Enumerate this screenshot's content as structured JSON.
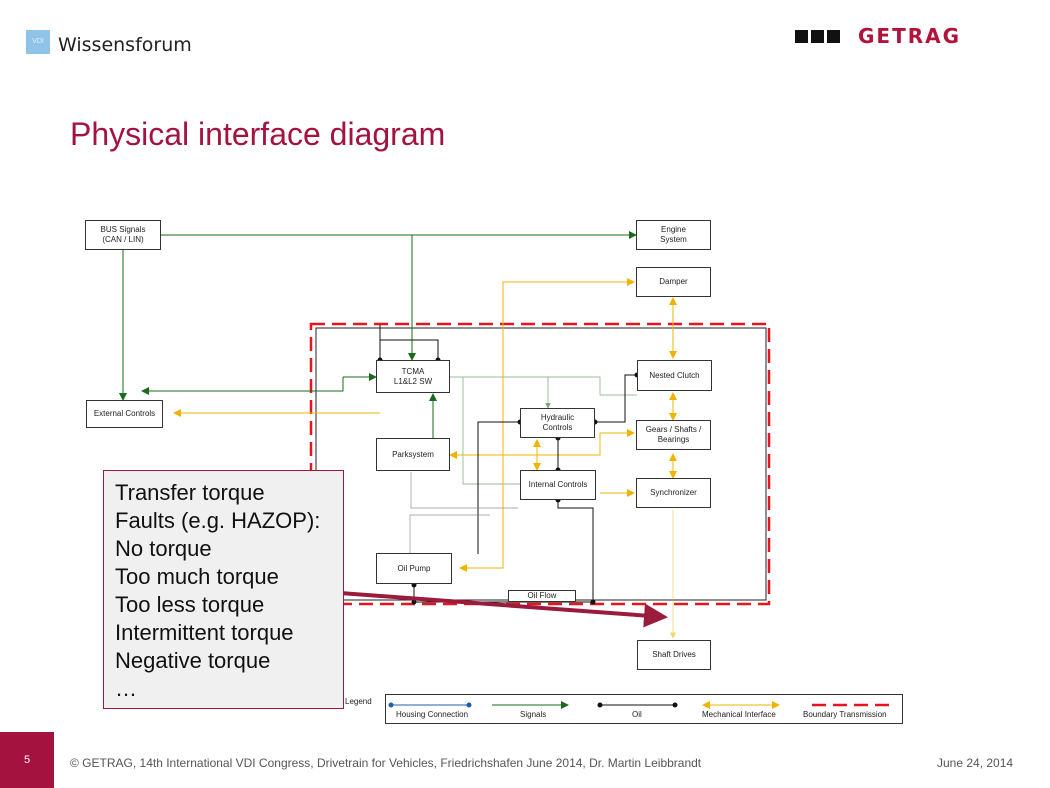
{
  "header": {
    "brand_left": "Wissensforum",
    "brand_left_badge": "VDI",
    "brand_right": "GETRAG"
  },
  "title": "Physical interface diagram",
  "diagram": {
    "boxes": {
      "bus_signals": "BUS Signals\n(CAN / LIN)",
      "engine_system": "Engine\nSystem",
      "damper": "Damper",
      "external_controls": "External Controls",
      "tcma": "TCMA\nL1&L2 SW",
      "nested_clutch": "Nested Clutch",
      "hydraulic_controls": "Hydraulic\nControls",
      "gears_shafts_bearings": "Gears / Shafts /\nBearings",
      "parksystem": "Parksystem",
      "internal_controls": "Internal Controls",
      "synchronizer": "Synchronizer",
      "oil_pump": "Oil Pump",
      "oil_flow": "Oil Flow",
      "shaft_drives": "Shaft Drives"
    },
    "colors": {
      "signals": "#1a6b1a",
      "oil": "#111111",
      "mechanical": "#f0b400",
      "housing": "#1f5fa8",
      "boundary": "#e8141e",
      "callout_arrow": "#9b1b3c"
    }
  },
  "callout": {
    "lines": [
      "Transfer torque",
      "Faults (e.g. HAZOP):",
      "No torque",
      "Too much torque",
      "Too less torque",
      "Intermittent torque",
      "Negative torque",
      "…"
    ]
  },
  "legend": {
    "title": "Legend",
    "items": {
      "housing": "Housing Connection",
      "signals": "Signals",
      "oil": "Oil",
      "mechanical": "Mechanical Interface",
      "boundary": "Boundary Transmission"
    }
  },
  "footer": {
    "page_number": "5",
    "text": "© GETRAG, 14th International VDI Congress, Drivetrain for Vehicles, Friedrichshafen June 2014, Dr. Martin Leibbrandt",
    "date": "June 24, 2014"
  }
}
